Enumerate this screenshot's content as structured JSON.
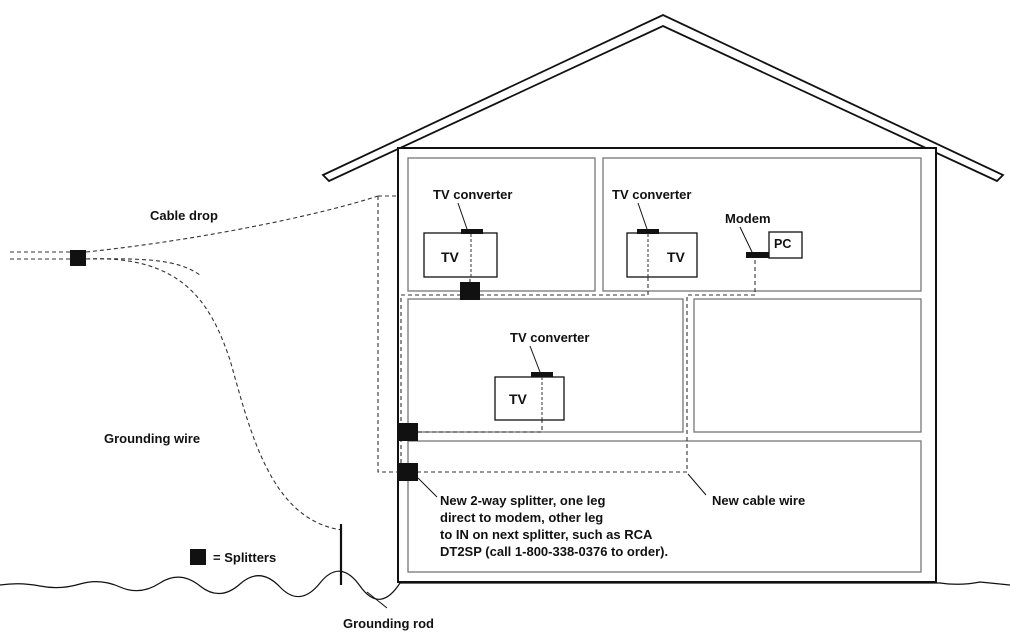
{
  "diagram": {
    "labels": {
      "tv_converter_1": "TV converter",
      "tv_converter_2": "TV converter",
      "tv_converter_3": "TV converter",
      "modem": "Modem",
      "pc": "PC",
      "tv_1": "TV",
      "tv_2": "TV",
      "tv_3": "TV",
      "cable_drop": "Cable drop",
      "grounding_wire": "Grounding wire",
      "splitters_legend": "= Splitters",
      "grounding_rod": "Grounding rod",
      "new_cable_wire": "New cable wire",
      "splitter_note": [
        "New 2-way splitter, one leg",
        "direct to modem, other leg",
        "to IN on next splitter, such as RCA",
        "DT2SP (call 1-800-338-0376 to order)."
      ]
    },
    "colors": {
      "line": "#111111",
      "room_border": "#888888",
      "background": "#ffffff"
    }
  }
}
